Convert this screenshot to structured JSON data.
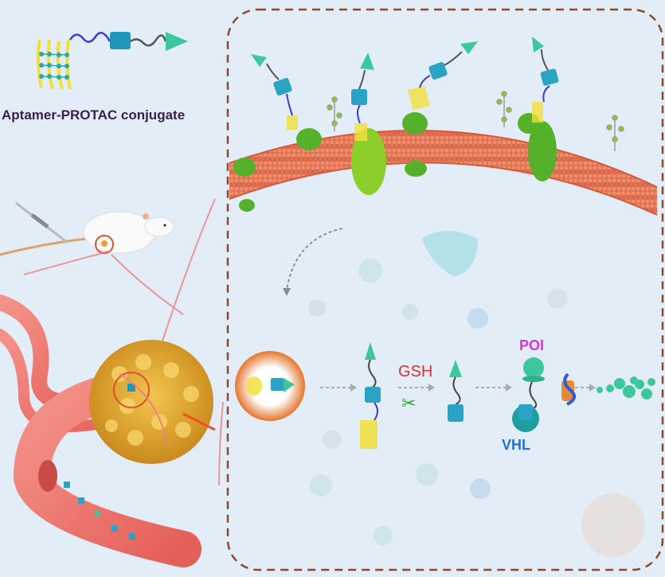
{
  "figure": {
    "title_label": "Aptamer-PROTAC conjugate",
    "colors": {
      "background": "#e3edf8",
      "panel_border": "#8a4a2e",
      "membrane": "#e8734f",
      "protein": "#5fb82a",
      "cube": "#2aa3c4",
      "cone": "#3cc79c",
      "aptamer": "#f2df3a",
      "linker_blue": "#3b3bd6",
      "linker_gray": "#555555",
      "vessel": "#ef7a72",
      "tumor": "#e8b13a",
      "gsh": "#e03030",
      "scissors": "#2aa82a",
      "poi": "#e030e0",
      "vhl": "#1e6fe0"
    }
  },
  "pathway": {
    "steps": [
      {
        "name": "endosome",
        "label": ""
      },
      {
        "name": "released-conjugate",
        "label": ""
      },
      {
        "name": "gsh-cleavage",
        "label": "GSH"
      },
      {
        "name": "free-protac",
        "label": ""
      },
      {
        "name": "ternary-complex",
        "label_top": "POI",
        "label_bottom": "VHL"
      },
      {
        "name": "proteasome",
        "label": ""
      },
      {
        "name": "degraded-fragments",
        "label": ""
      }
    ],
    "gsh_label": "GSH",
    "poi_label": "POI",
    "vhl_label": "VHL"
  }
}
